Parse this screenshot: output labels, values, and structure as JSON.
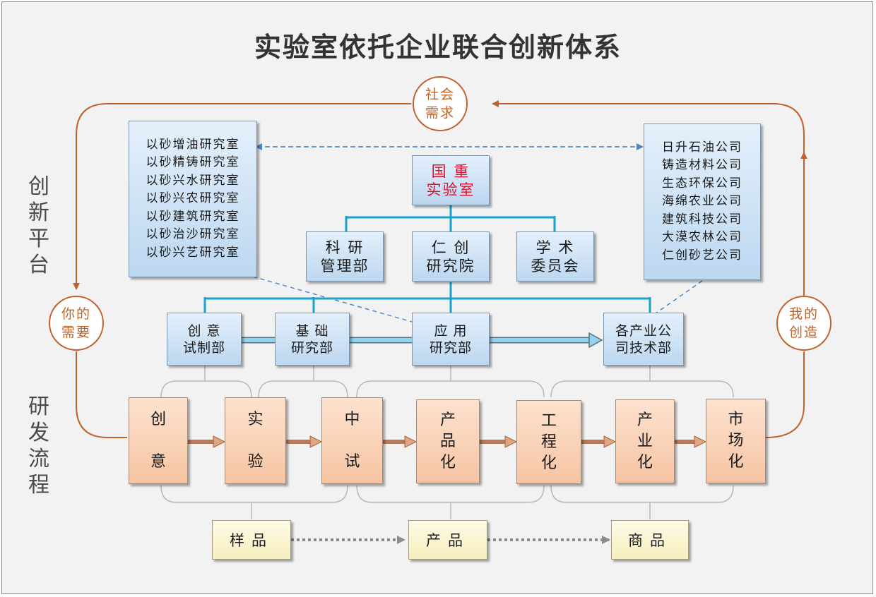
{
  "title": "实验室依托企业联合创新体系",
  "side_labels": {
    "platform": "创\n新\n平\n台",
    "process": "研\n发\n流\n程"
  },
  "circles": {
    "social_demand": "社会\n需求",
    "your_need": "你的\n需要",
    "my_creation": "我的\n创造"
  },
  "labs": [
    "以砂增油研究室",
    "以砂精铸研究室",
    "以砂兴水研究室",
    "以砂兴农研究室",
    "以砂建筑研究室",
    "以砂治沙研究室",
    "以砂兴艺研究室"
  ],
  "companies": [
    "日升石油公司",
    "铸造材料公司",
    "生态环保公司",
    "海绵农业公司",
    "建筑科技公司",
    "大漠农林公司",
    "仁创砂艺公司"
  ],
  "center": {
    "key_lab": "国  重\n实验室",
    "mgmt": "科  研\n管理部",
    "institute": "仁  创\n研究院",
    "committee": "学  术\n委员会"
  },
  "departments": {
    "prototype": "创  意\n试制部",
    "basic": "基  础\n研究部",
    "applied": "应  用\n研究部",
    "industry_tech": "各产业公\n司技术部"
  },
  "process_steps": [
    "创\n\n意",
    "实\n\n验",
    "中\n\n试",
    "产\n品\n化",
    "工\n程\n化",
    "产\n业\n化",
    "市\n场\n化"
  ],
  "outputs": [
    "样品",
    "产品",
    "商品"
  ],
  "colors": {
    "orange_loop": "#c0622a",
    "cyan_connector": "#1aa2cf",
    "dashed_link": "#4d88c4"
  }
}
